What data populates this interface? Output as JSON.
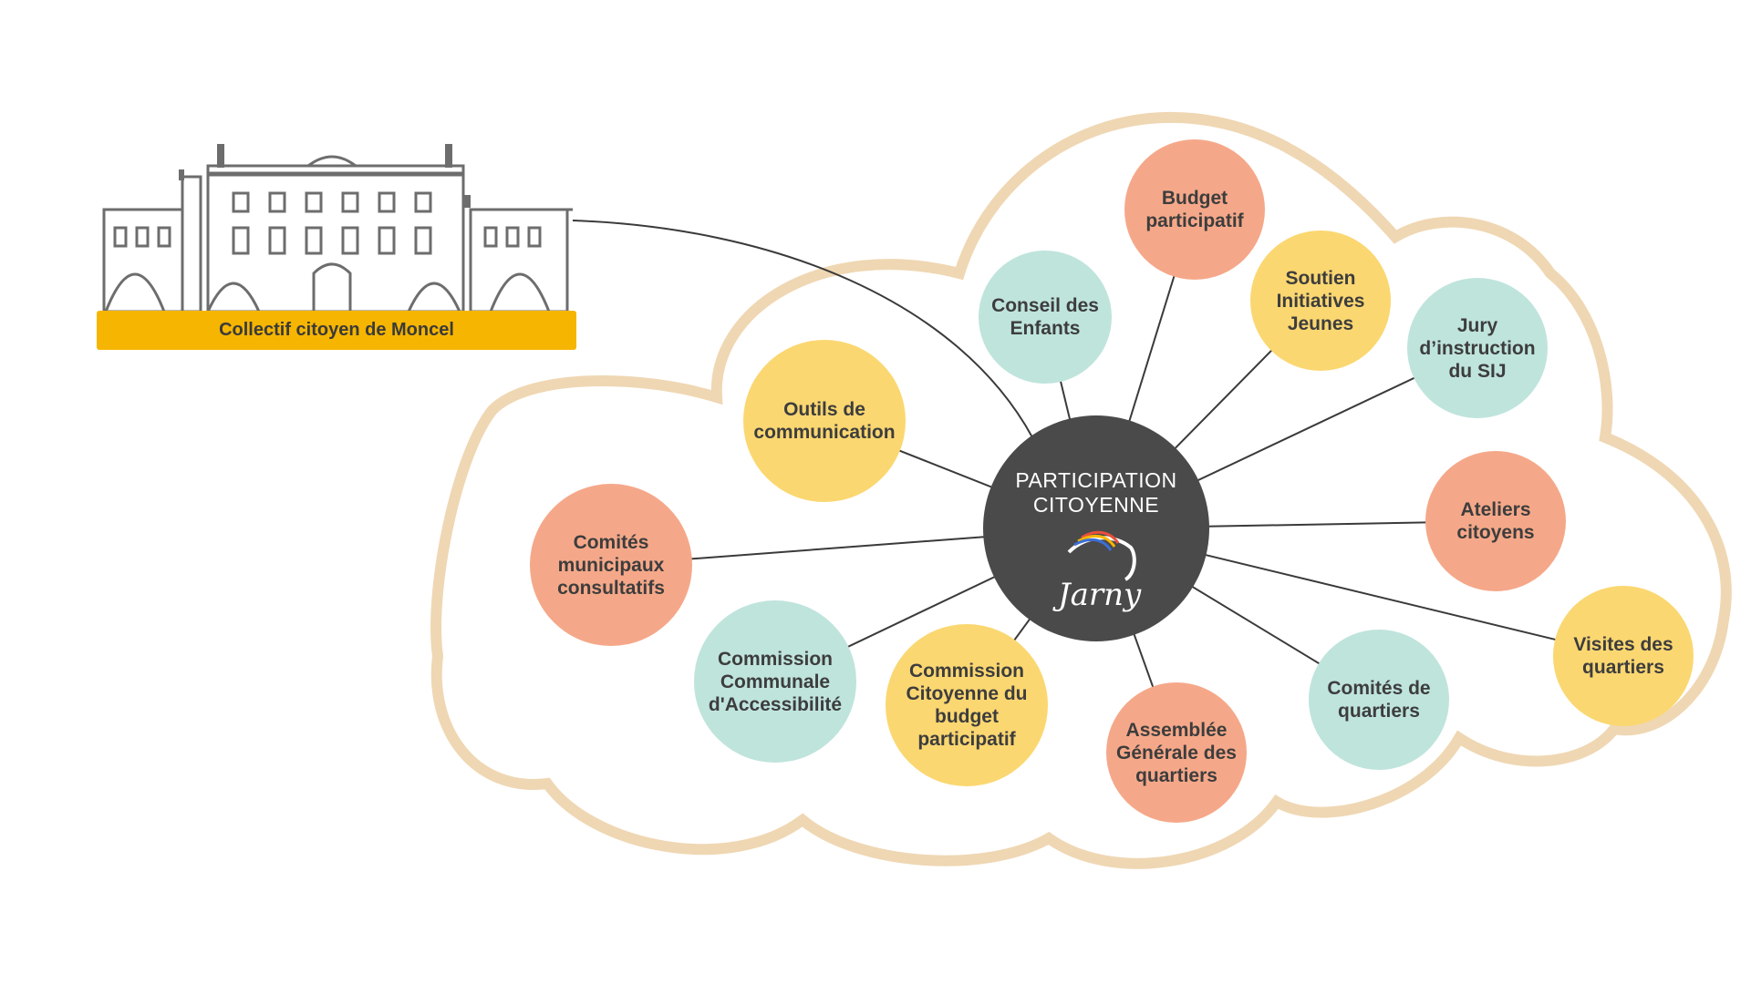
{
  "hub": {
    "title": "PARTICIPATION\nCITOYENNE",
    "logo_text": "Jarny",
    "color": "#4a4a4b"
  },
  "banner": {
    "label": "Collectif citoyen de Moncel",
    "color": "#f6b500"
  },
  "colors": {
    "coral": "#f5a889",
    "mint": "#bfe4dc",
    "yellow": "#fbd771",
    "cloud_outline": "#efd7b3",
    "connector": "#3a3a3a"
  },
  "nodes": [
    {
      "id": "budget-participatif",
      "label": "Budget\nparticipatif",
      "color": "coral"
    },
    {
      "id": "conseil-des-enfants",
      "label": "Conseil des\nEnfants",
      "color": "mint"
    },
    {
      "id": "soutien-initiatives-jeunes",
      "label": "Soutien\nInitiatives\nJeunes",
      "color": "yellow"
    },
    {
      "id": "jury-instruction-sij",
      "label": "Jury\nd’instruction\ndu SIJ",
      "color": "mint"
    },
    {
      "id": "outils-de-communication",
      "label": "Outils de\ncommunication",
      "color": "yellow"
    },
    {
      "id": "ateliers-citoyens",
      "label": "Ateliers\ncitoyens",
      "color": "coral"
    },
    {
      "id": "comites-municipaux-consultatifs",
      "label": "Comités\nmunicipaux\nconsultatifs",
      "color": "coral"
    },
    {
      "id": "visites-des-quartiers",
      "label": "Visites des\nquartiers",
      "color": "yellow"
    },
    {
      "id": "commission-communale-accessibilite",
      "label": "Commission\nCommunale\nd'Accessibilité",
      "color": "mint"
    },
    {
      "id": "commission-citoyenne-budget",
      "label": "Commission\nCitoyenne du\nbudget\nparticipatif",
      "color": "yellow"
    },
    {
      "id": "assemblee-generale-quartiers",
      "label": "Assemblée\nGénérale des\nquartiers",
      "color": "coral"
    },
    {
      "id": "comites-de-quartiers",
      "label": "Comités de\nquartiers",
      "color": "mint"
    }
  ]
}
